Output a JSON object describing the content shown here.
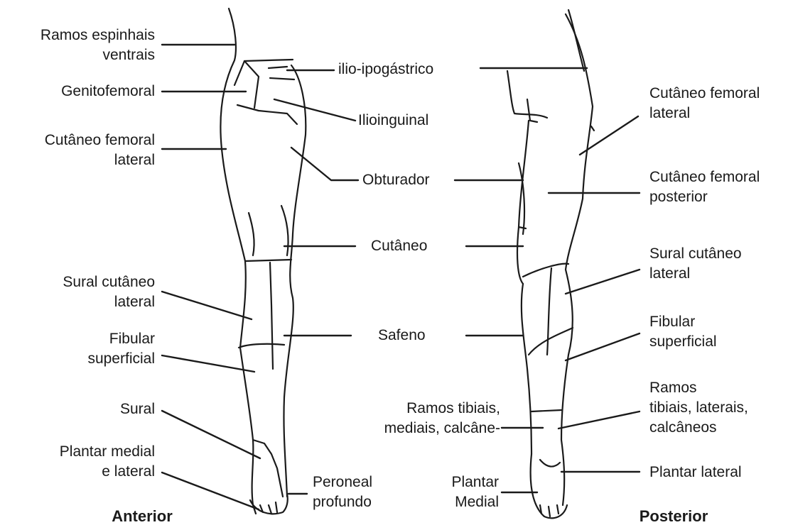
{
  "views": {
    "anterior": "Anterior",
    "posterior": "Posterior"
  },
  "labels": {
    "ramos_espinhais_ventrais": "Ramos espinhais\nventrais",
    "genitofemoral": "Genitofemoral",
    "cutaneo_femoral_lateral_ant": "Cutâneo femoral\nlateral",
    "sural_cutaneo_lateral_ant": "Sural cutâneo\nlateral",
    "fibular_superficial_ant": "Fibular\nsuperficial",
    "sural": "Sural",
    "plantar_medial_lateral": "Plantar medial\ne lateral",
    "ilio_ipogastrico": "ilio-ipogástrico",
    "ilioinguinal": "Ilioinguinal",
    "obturador": "Obturador",
    "cutaneo": "Cutâneo",
    "safeno": "Safeno",
    "ramos_tibiais_mediais": "Ramos tibiais,\nmediais, calcâne-",
    "peroneal_profundo": "Peroneal\nprofundo",
    "plantar_medial": "Plantar\nMedial",
    "cutaneo_femoral_lateral_post": "Cutâneo femoral\nlateral",
    "cutaneo_femoral_posterior": "Cutâneo femoral\nposterior",
    "sural_cutaneo_lateral_post": "Sural cutâneo\nlateral",
    "fibular_superficial_post": "Fibular\nsuperficial",
    "ramos_tibiais_laterais": "Ramos\ntibiais, laterais,\ncalcâneos",
    "plantar_lateral": "Plantar lateral"
  },
  "colors": {
    "line": "#1a1a1a",
    "background": "#ffffff"
  }
}
